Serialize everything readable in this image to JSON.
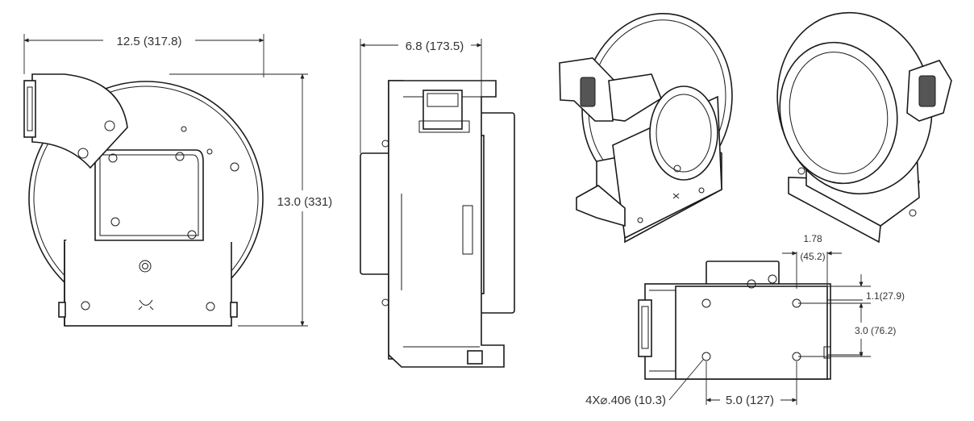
{
  "dimensions": {
    "front_width": "12.5 (317.8)",
    "front_height": "13.0 (331)",
    "side_width": "6.8 (173.5)",
    "bottom_offset_in": "1.78",
    "bottom_offset_mm": "(45.2)",
    "bottom_edge": "1.1(27.9)",
    "bottom_hole_spacing_v": "3.0 (76.2)",
    "bottom_hole_spacing_h": "5.0 (127)",
    "bottom_holes": "4X⌀.406 (10.3)"
  }
}
